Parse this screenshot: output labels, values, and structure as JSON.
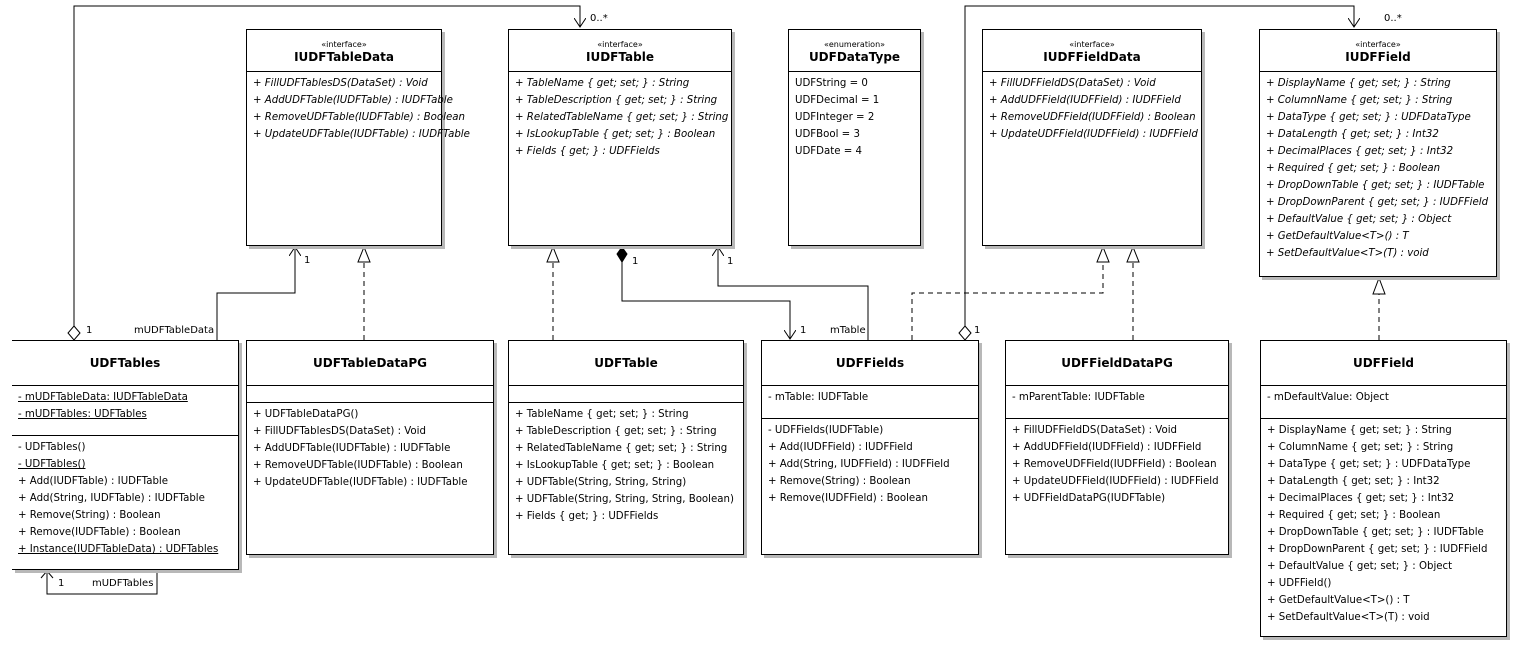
{
  "classes": {
    "iudf_table_data": {
      "stereotype": "«interface»",
      "name": "IUDFTableData",
      "operations": [
        "+ FillUDFTablesDS(DataSet) : Void",
        "+ AddUDFTable(IUDFTable) : IUDFTable",
        "+ RemoveUDFTable(IUDFTable) : Boolean",
        "+ UpdateUDFTable(IUDFTable) : IUDFTable"
      ]
    },
    "iudf_table": {
      "stereotype": "«interface»",
      "name": "IUDFTable",
      "operations": [
        "+ TableName { get; set; } : String",
        "+ TableDescription { get; set; } : String",
        "+ RelatedTableName { get; set; } : String",
        "+ IsLookupTable { get; set; } : Boolean",
        "+ Fields { get; } : UDFFields"
      ]
    },
    "udf_data_type": {
      "stereotype": "«enumeration»",
      "name": "UDFDataType",
      "literals": [
        "UDFString = 0",
        "UDFDecimal = 1",
        "UDFInteger = 2",
        "UDFBool = 3",
        "UDFDate = 4"
      ]
    },
    "iudf_field_data": {
      "stereotype": "«interface»",
      "name": "IUDFFieldData",
      "operations": [
        "+ FillUDFFieldDS(DataSet) : Void",
        "+ AddUDFField(IUDFField) : IUDFField",
        "+ RemoveUDFField(IUDFField) : Boolean",
        "+ UpdateUDFField(IUDFField) : IUDFField"
      ]
    },
    "iudf_field": {
      "stereotype": "«interface»",
      "name": "IUDFField",
      "operations": [
        "+ DisplayName { get; set; } : String",
        "+ ColumnName { get; set; } : String",
        "+ DataType { get; set; } : UDFDataType",
        "+ DataLength { get; set; } : Int32",
        "+ DecimalPlaces { get; set; } : Int32",
        "+ Required { get; set; } : Boolean",
        "+ DropDownTable { get; set; } : IUDFTable",
        "+ DropDownParent { get; set; } : IUDFField",
        "+ DefaultValue { get; set; } : Object",
        "+ GetDefaultValue<T>() : T",
        "+ SetDefaultValue<T>(T) : void"
      ]
    },
    "udf_tables": {
      "name": "UDFTables",
      "attributes": [
        "- mUDFTableData: IUDFTableData",
        "- mUDFTables: UDFTables"
      ],
      "operations": [
        "- UDFTables()",
        "- UDFTables()",
        "+ Add(IUDFTable) : IUDFTable",
        "+ Add(String, IUDFTable) : IUDFTable",
        "+ Remove(String) : Boolean",
        "+ Remove(IUDFTable) : Boolean",
        "+ Instance(IUDFTableData) : UDFTables"
      ]
    },
    "udf_table_data_pg": {
      "name": "UDFTableDataPG",
      "operations": [
        "+ UDFTableDataPG()",
        "+ FillUDFTablesDS(DataSet) : Void",
        "+ AddUDFTable(IUDFTable) : IUDFTable",
        "+ RemoveUDFTable(IUDFTable) : Boolean",
        "+ UpdateUDFTable(IUDFTable) : IUDFTable"
      ]
    },
    "udf_table": {
      "name": "UDFTable",
      "operations": [
        "+ TableName { get; set; } : String",
        "+ TableDescription { get; set; } : String",
        "+ RelatedTableName { get; set; } : String",
        "+ IsLookupTable { get; set; } : Boolean",
        "+ UDFTable(String, String, String)",
        "+ UDFTable(String, String, String, Boolean)",
        "+ Fields { get; } : UDFFields"
      ]
    },
    "udf_fields": {
      "name": "UDFFields",
      "attributes": [
        "- mTable: IUDFTable"
      ],
      "operations": [
        "- UDFFields(IUDFTable)",
        "+ Add(IUDFField) : IUDFField",
        "+ Add(String, IUDFField) : IUDFField",
        "+ Remove(String) : Boolean",
        "+ Remove(IUDFField) : Boolean"
      ]
    },
    "udf_field_data_pg": {
      "name": "UDFFieldDataPG",
      "attributes": [
        "- mParentTable: IUDFTable"
      ],
      "operations": [
        "+ FillUDFFieldDS(DataSet) : Void",
        "+ AddUDFField(IUDFField) : IUDFField",
        "+ RemoveUDFField(IUDFField) : Boolean",
        "+ UpdateUDFField(IUDFField) : IUDFField",
        "+ UDFFieldDataPG(IUDFTable)"
      ]
    },
    "udf_field": {
      "name": "UDFField",
      "attributes": [
        "- mDefaultValue: Object"
      ],
      "operations": [
        "+ DisplayName { get; set; } : String",
        "+ ColumnName { get; set; } : String",
        "+ DataType { get; set; } : UDFDataType",
        "+ DataLength { get; set; } : Int32",
        "+ DecimalPlaces { get; set; } : Int32",
        "+ Required { get; set; } : Boolean",
        "+ DropDownTable { get; set; } : IUDFTable",
        "+ DropDownParent { get; set; } : IUDFField",
        "+ DefaultValue { get; set; } : Object",
        "+ UDFField()",
        "+ GetDefaultValue<T>() : T",
        "+ SetDefaultValue<T>(T) : void"
      ]
    }
  },
  "labels": {
    "udftables_to_iudftable_mult": "0..*",
    "udftables_agg_mult": "1",
    "udftables_tabledata_role": "mUDFTableData",
    "udftabledata_mult": "1",
    "udftables_self_mult": "1",
    "udftables_self_role": "mUDFTables",
    "composition_mult": "1",
    "iudftable_mult": "1",
    "udffields_composite_mult": "1",
    "udffields_table_role": "mTable",
    "udffields_agg_mult": "1",
    "udffields_to_iudffield_mult": "0..*"
  }
}
